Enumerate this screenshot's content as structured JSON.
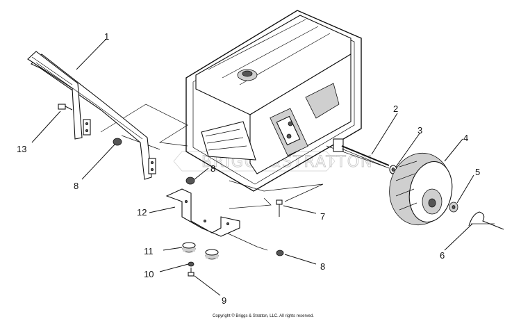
{
  "diagram": {
    "watermark_text": "BRIGGS&STRATTON",
    "copyright": "Copyright © Briggs & Stratton, LLC. All rights reserved.",
    "callouts": [
      {
        "id": "c1",
        "label": "1"
      },
      {
        "id": "c2",
        "label": "2"
      },
      {
        "id": "c3",
        "label": "3"
      },
      {
        "id": "c4",
        "label": "4"
      },
      {
        "id": "c5",
        "label": "5"
      },
      {
        "id": "c6",
        "label": "6"
      },
      {
        "id": "c7",
        "label": "7"
      },
      {
        "id": "c8a",
        "label": "8"
      },
      {
        "id": "c8b",
        "label": "8"
      },
      {
        "id": "c8c",
        "label": "8"
      },
      {
        "id": "c9",
        "label": "9"
      },
      {
        "id": "c10",
        "label": "10"
      },
      {
        "id": "c11",
        "label": "11"
      },
      {
        "id": "c12",
        "label": "12"
      },
      {
        "id": "c13",
        "label": "13"
      }
    ]
  }
}
